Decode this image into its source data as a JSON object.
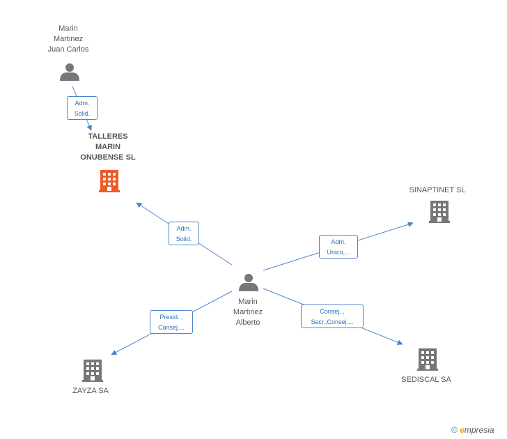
{
  "nodes": {
    "juan_carlos": {
      "label": "Marin\nMartinez\nJuan Carlos",
      "type": "person"
    },
    "talleres": {
      "label": "TALLERES\nMARIN\nONUBENSE SL",
      "type": "company",
      "highlight": true
    },
    "sinaptinet": {
      "label": "SINAPTINET SL",
      "type": "company"
    },
    "alberto": {
      "label": "Marin\nMartinez\nAlberto",
      "type": "person"
    },
    "zayza": {
      "label": "ZAYZA SA",
      "type": "company"
    },
    "sediscal": {
      "label": "SEDISCAL SA",
      "type": "company"
    }
  },
  "edges": {
    "jc_talleres": "Adm.\nSolid.",
    "al_talleres": "Adm.\nSolid.",
    "al_sinaptinet": "Adm.\nUnico,...",
    "al_zayza": "Presid. ,\nConsej....",
    "al_sediscal": "Consej. ,\nSecr.,Consej...."
  },
  "colors": {
    "edge": "#4a86d0",
    "icon": "#777777",
    "highlight": "#f05a28"
  },
  "footer": {
    "copyright": "©",
    "brand": "mpresia",
    "brand_initial": "e"
  }
}
